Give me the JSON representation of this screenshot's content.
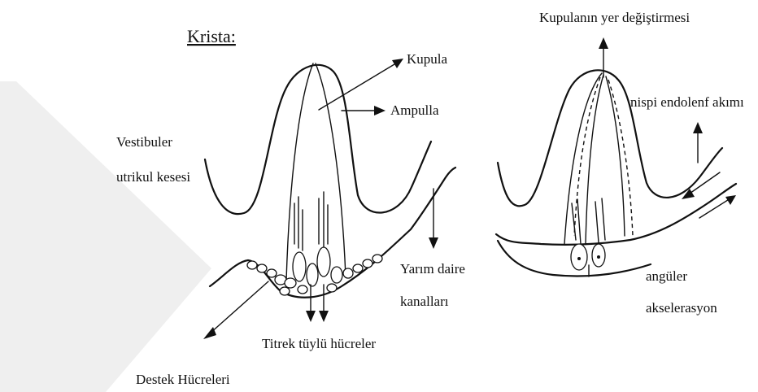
{
  "watermark": {
    "color": "#e9e9e9"
  },
  "left_panel": {
    "title": "Krista:",
    "labels": {
      "kupula": "Kupula",
      "ampulla": "Ampulla",
      "vestibuler_line1": "Vestibuler",
      "vestibuler_line2": "utrikul kesesi",
      "yarim_line1": "Yarım daire",
      "yarim_line2": "kanalları",
      "titrek": "Titrek tüylü hücreler",
      "destek": "Destek Hücreleri"
    }
  },
  "right_panel": {
    "labels": {
      "kupula_yer": "Kupulanın yer değiştirmesi",
      "nispi": "nispi endolenf akımı",
      "angular_line1": "angüler",
      "angular_line2": "akselerasyon"
    }
  }
}
